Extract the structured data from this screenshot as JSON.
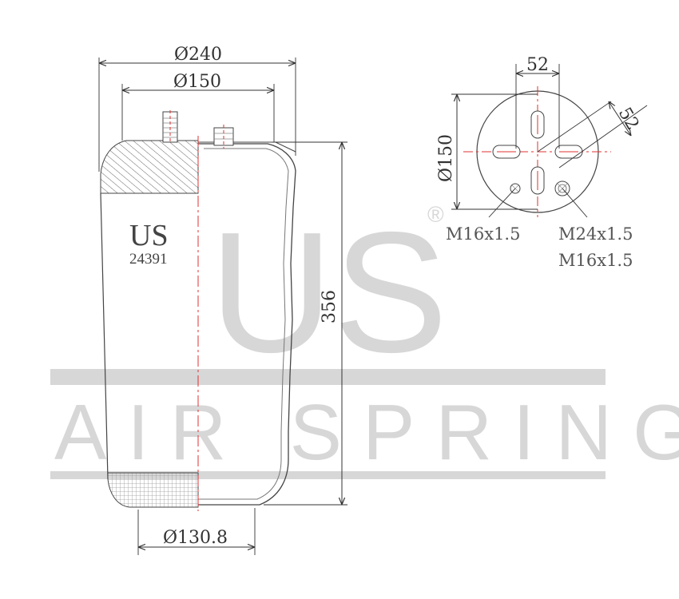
{
  "watermark": {
    "logo": "US",
    "registered": "®",
    "tagline": "AIR SPRING"
  },
  "label": {
    "brand": "US",
    "part_number": "24391"
  },
  "side_view": {
    "top_diameter": "Ø240",
    "plate_diameter": "Ø150",
    "height": "356",
    "base_diameter": "Ø130.8"
  },
  "top_view": {
    "hole_spacing_horizontal": "52",
    "hole_spacing_diagonal": "52",
    "plate_diameter": "Ø150",
    "thread_left": "M16x1.5",
    "thread_right_1": "M24x1.5",
    "thread_right_2": "M16x1.5"
  },
  "colors": {
    "outline": "#444444",
    "dimension_line": "#333333",
    "center_line": "#e03030",
    "watermark": "#d7d7d7",
    "hatch": "#666666"
  }
}
